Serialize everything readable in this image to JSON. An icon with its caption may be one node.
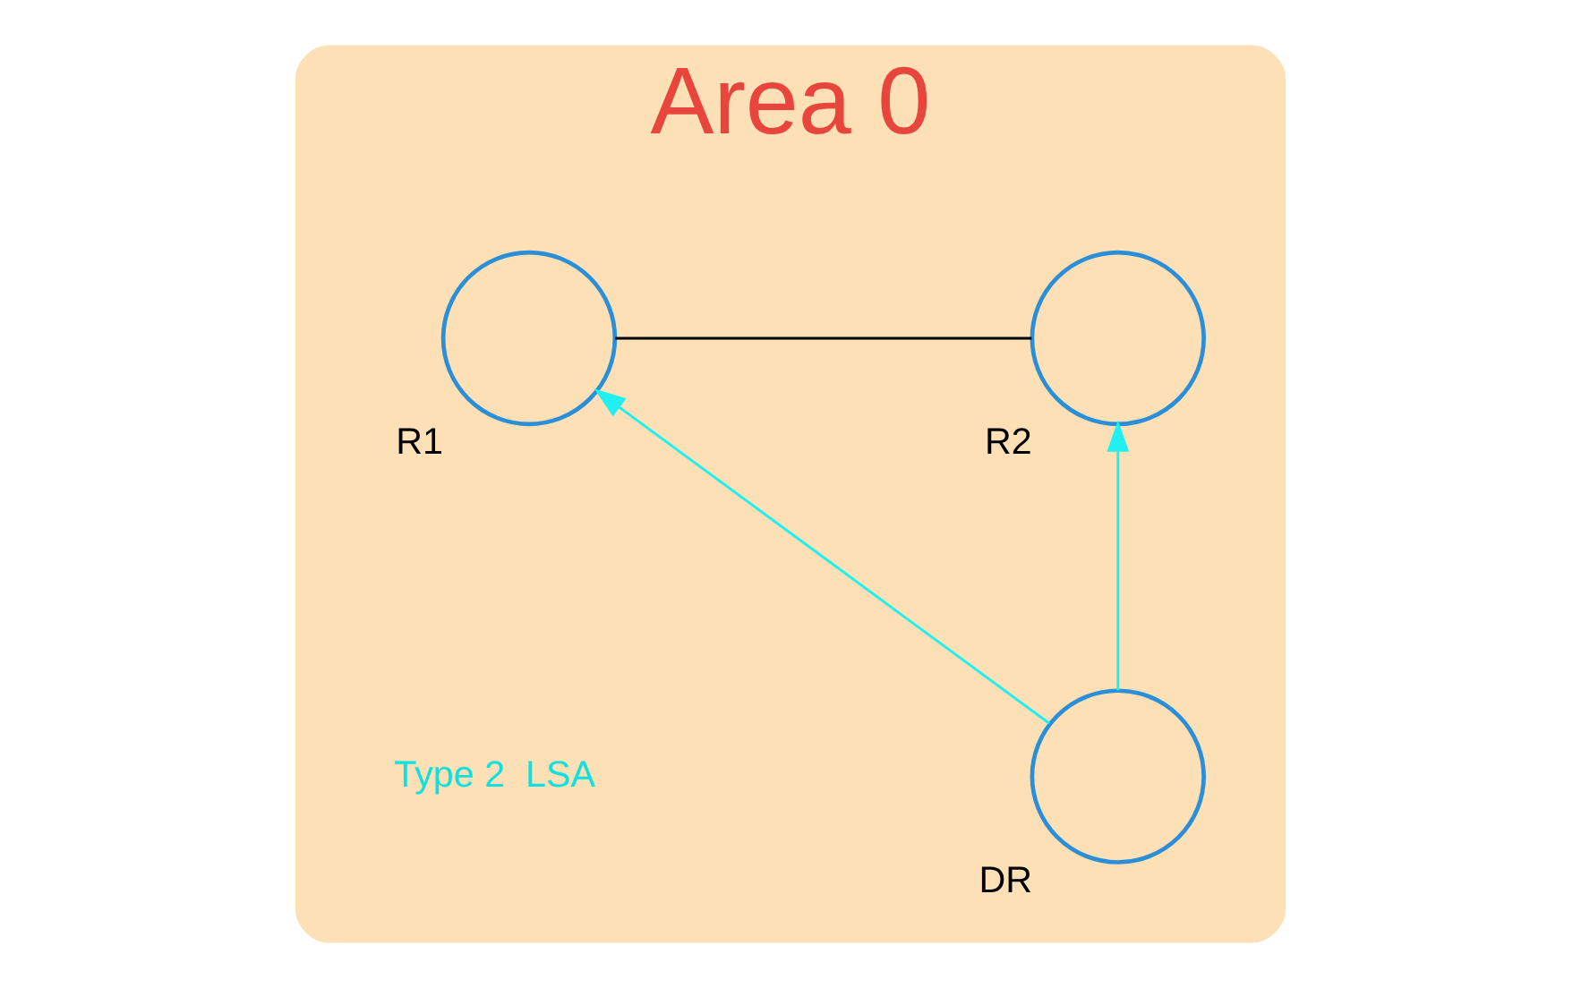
{
  "diagram": {
    "nodes": [
      {
        "text": [
          "Area 0"
        ]
      },
      {
        "text": [],
        "shape": "circle",
        "beside": [
          "R1"
        ],
        "in": 0
      },
      {
        "text": [],
        "shape": "circle",
        "beside": [
          "R2"
        ],
        "in": 0
      },
      {
        "text": [],
        "shape": "circle",
        "beside": [
          "DR"
        ],
        "in": 0
      }
    ],
    "edges": [
      {
        "from": 1,
        "to": 2,
        "arrow": "none",
        "color": "#000000"
      },
      {
        "from": 3,
        "to": 1,
        "arrow": "to"
      },
      {
        "from": 3,
        "to": 2,
        "arrow": "to"
      }
    ],
    "labels": [
      "Type 2  LSA"
    ]
  }
}
